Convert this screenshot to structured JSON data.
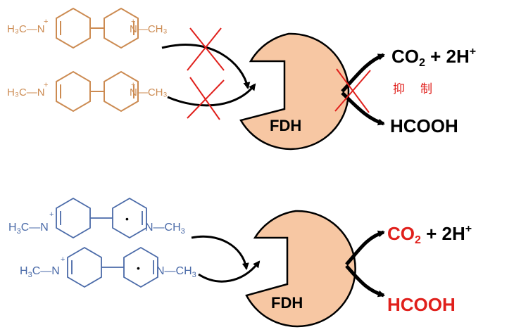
{
  "colors": {
    "oxidized": "#cc8b52",
    "reduced": "#4a6aa8",
    "enzyme_fill": "#f7c7a3",
    "inhibit": "#e0201c",
    "black": "#000000"
  },
  "top": {
    "enzyme_label": "FDH",
    "product1": {
      "main": "CO",
      "sub": "2",
      "rest": " + 2H",
      "sup": "+"
    },
    "product2": "HCOOH",
    "inhibit_label": "抑制",
    "molecules": [
      {
        "left": "H₃C—N",
        "charge": "+",
        "right": "N—CH₃",
        "charge2": "+"
      },
      {
        "left": "H₃C—N",
        "charge": "+",
        "right": "N—CH₃",
        "charge2": "+"
      }
    ]
  },
  "bottom": {
    "enzyme_label": "FDH",
    "product1": {
      "main": "CO",
      "sub": "2",
      "rest": " + 2H",
      "sup": "+"
    },
    "product2": "HCOOH",
    "molecules": [
      {
        "left_main": "H",
        "left_sub": "3",
        "left_rest": "C—N",
        "charge": "+",
        "radical": "•",
        "right_main": "N—CH",
        "right_sub": "3"
      },
      {
        "left_main": "H",
        "left_sub": "3",
        "left_rest": "C—N",
        "charge": "+",
        "radical": "•",
        "right_main": "N—CH",
        "right_sub": "3"
      }
    ]
  }
}
